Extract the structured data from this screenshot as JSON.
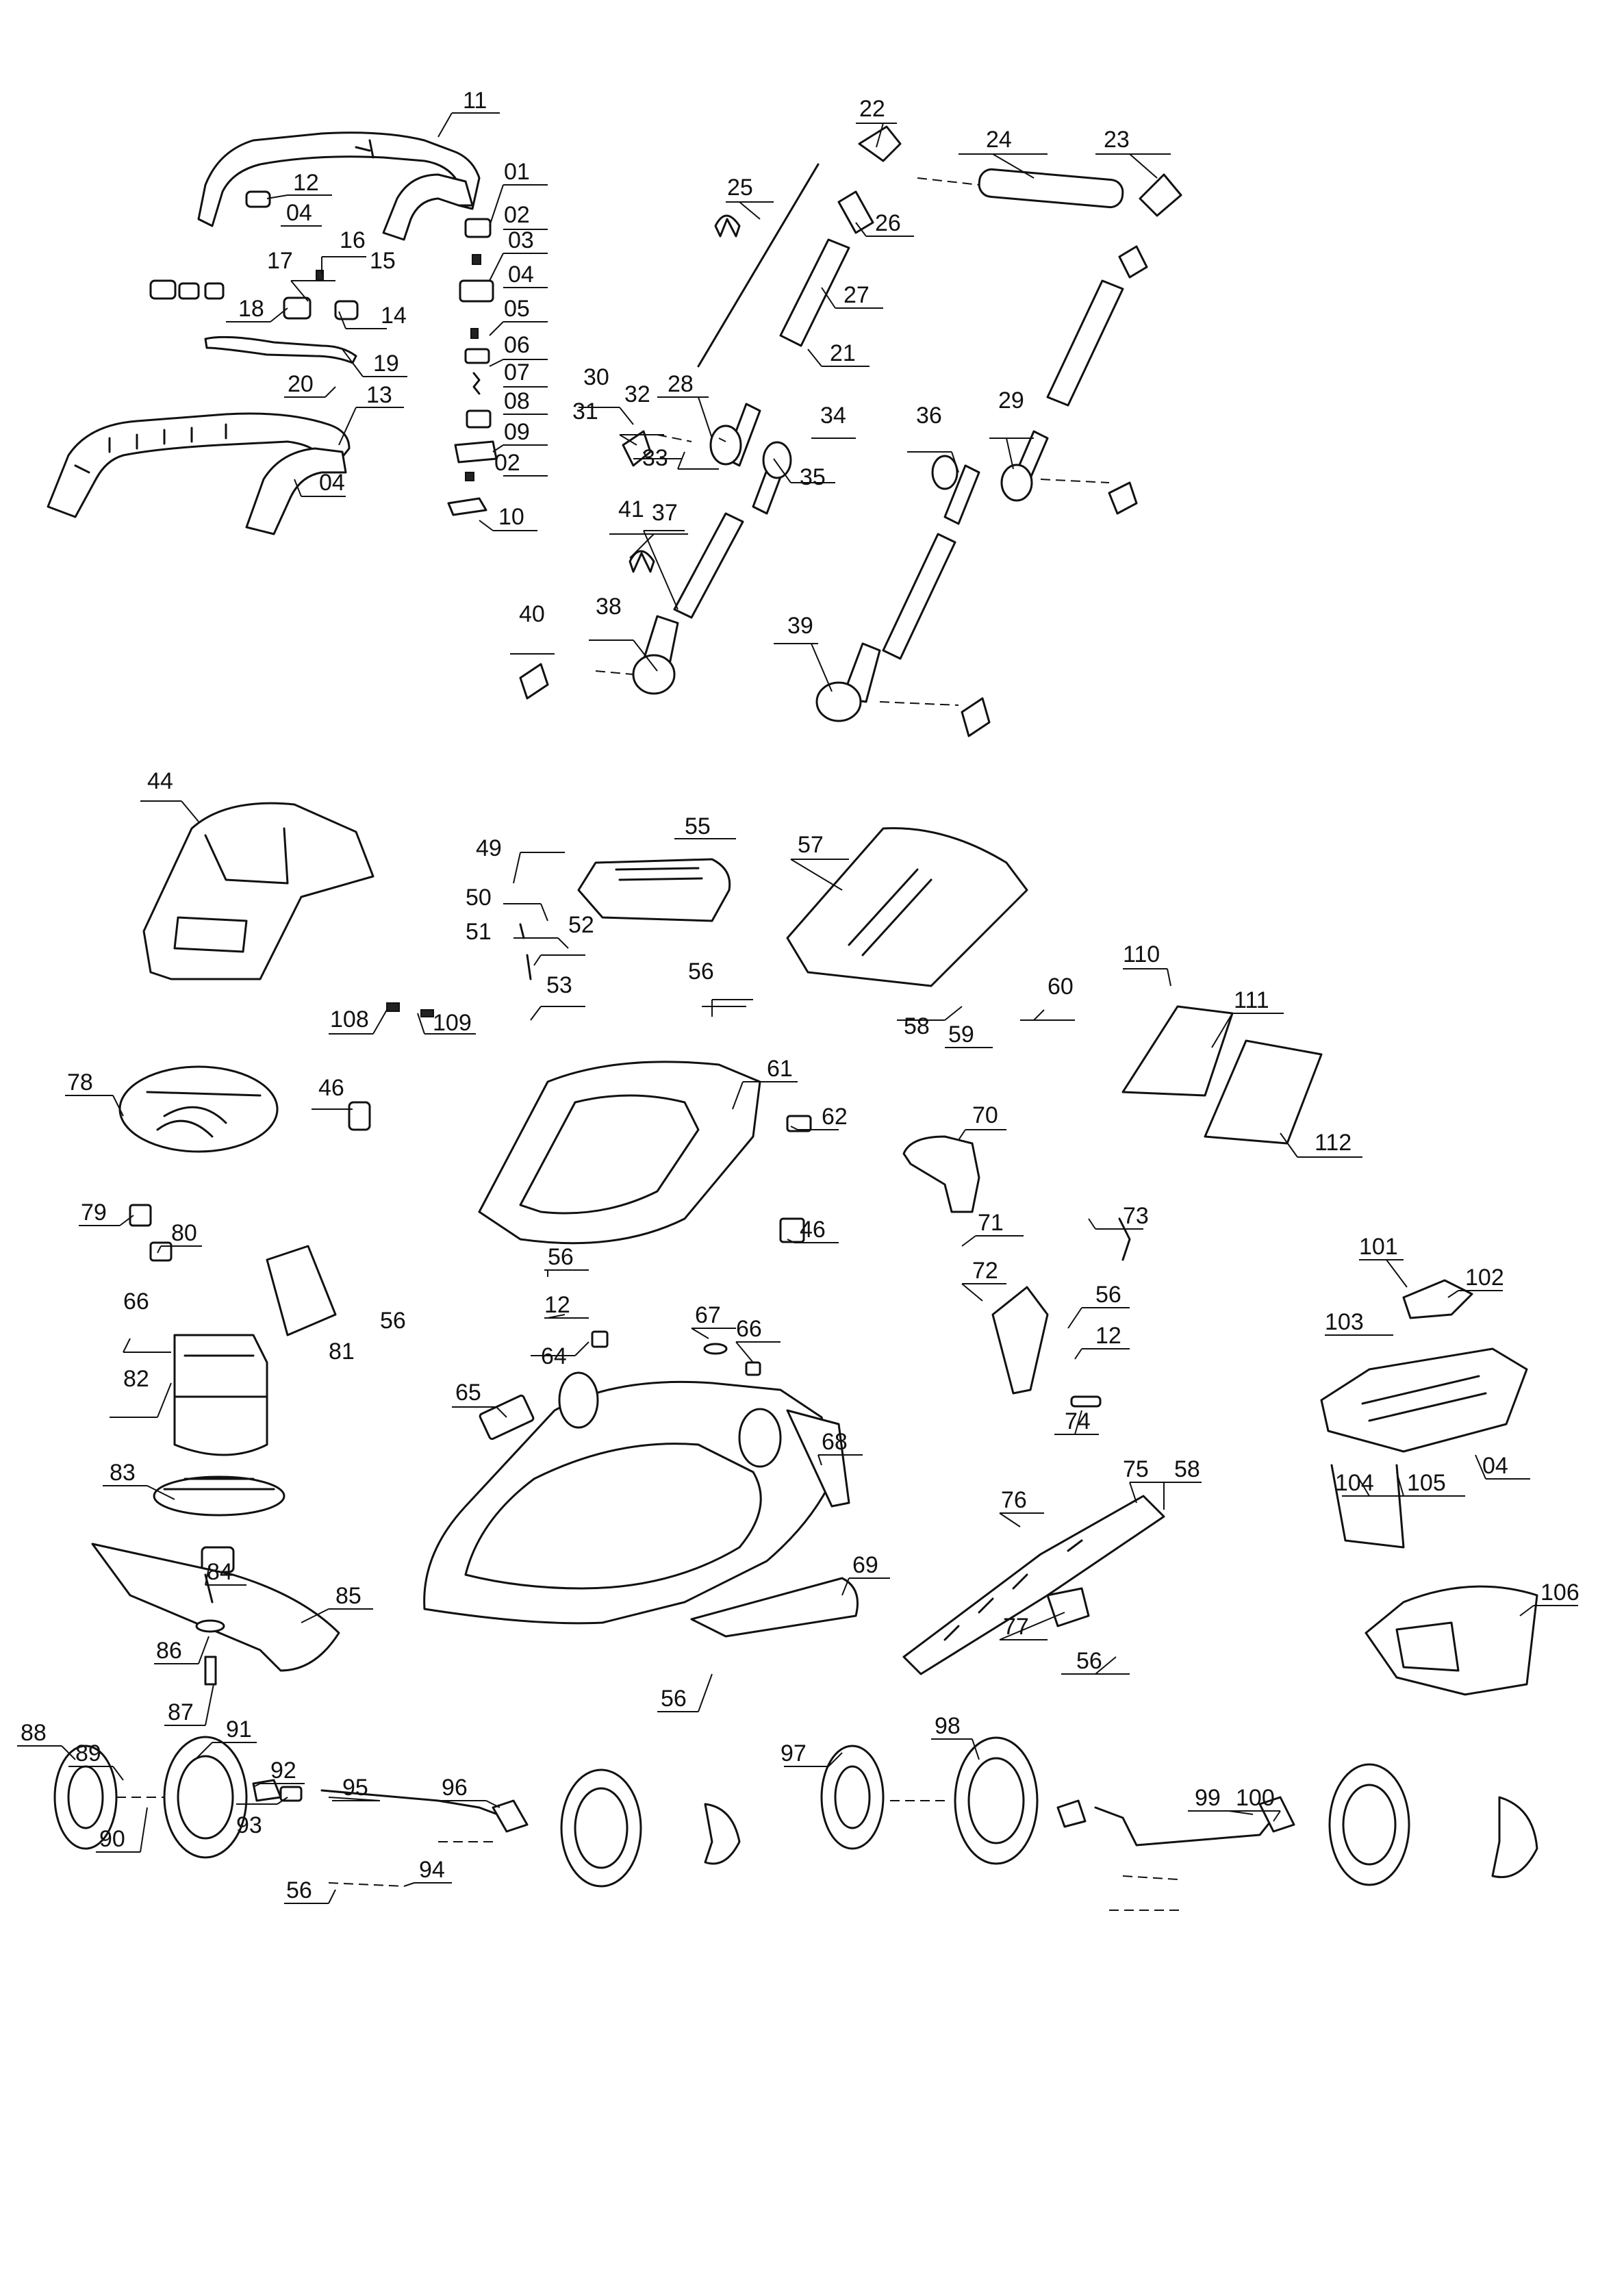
{
  "labels": {
    "p01": "01",
    "p02": "02",
    "p03": "03",
    "p04": "04",
    "p05": "05",
    "p06": "06",
    "p07": "07",
    "p08": "08",
    "p09": "09",
    "p10": "10",
    "p11": "11",
    "p12": "12",
    "p13": "13",
    "p14": "14",
    "p15": "15",
    "p16": "16",
    "p17": "17",
    "p18": "18",
    "p19": "19",
    "p20": "20",
    "p21": "21",
    "p22": "22",
    "p23": "23",
    "p24": "24",
    "p25": "25",
    "p26": "26",
    "p27": "27",
    "p28": "28",
    "p29": "29",
    "p30": "30",
    "p31": "31",
    "p32": "32",
    "p33": "33",
    "p34": "34",
    "p35": "35",
    "p36": "36",
    "p37": "37",
    "p38": "38",
    "p39": "39",
    "p40": "40",
    "p41": "41",
    "p44": "44",
    "p46": "46",
    "p49": "49",
    "p50": "50",
    "p51": "51",
    "p52": "52",
    "p53": "53",
    "p55": "55",
    "p56": "56",
    "p57": "57",
    "p58": "58",
    "p59": "59",
    "p60": "60",
    "p61": "61",
    "p62": "62",
    "p64": "64",
    "p65": "65",
    "p66": "66",
    "p67": "67",
    "p68": "68",
    "p69": "69",
    "p70": "70",
    "p71": "71",
    "p72": "72",
    "p73": "73",
    "p74": "74",
    "p75": "75",
    "p76": "76",
    "p77": "77",
    "p78": "78",
    "p79": "79",
    "p80": "80",
    "p81": "81",
    "p82": "82",
    "p83": "83",
    "p84": "84",
    "p85": "85",
    "p86": "86",
    "p87": "87",
    "p88": "88",
    "p89": "89",
    "p90": "90",
    "p91": "91",
    "p92": "92",
    "p93": "93",
    "p94": "94",
    "p95": "95",
    "p96": "96",
    "p97": "97",
    "p98": "98",
    "p99": "99",
    "p100": "100",
    "p101": "101",
    "p102": "102",
    "p103": "103",
    "p104": "104",
    "p105": "105",
    "p106": "106",
    "p108": "108",
    "p109": "109",
    "p110": "110",
    "p111": "111",
    "p112": "112"
  }
}
